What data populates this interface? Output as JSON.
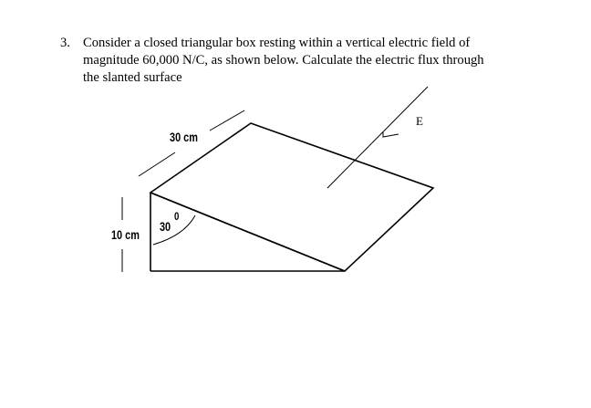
{
  "problem": {
    "number": "3.",
    "lines": [
      "Consider a closed triangular box resting within a vertical electric field of",
      "magnitude 60,000 N/C, as shown below. Calculate the electric flux through",
      "the slanted surface"
    ]
  },
  "figure": {
    "length_label": "30 cm",
    "height_label": "10 cm",
    "angle_label": "30",
    "degree_mark": "0",
    "field_label": "E"
  }
}
